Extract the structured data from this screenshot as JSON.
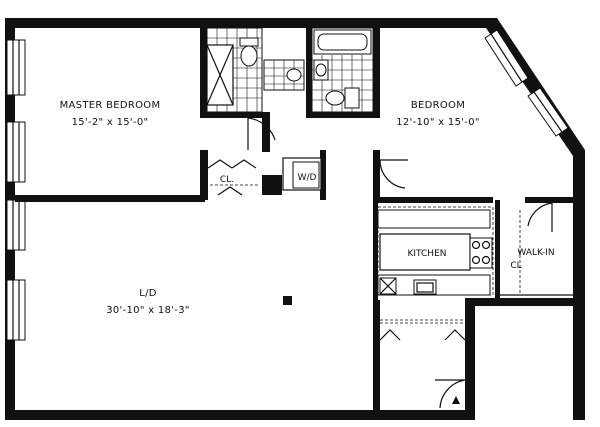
{
  "rooms": {
    "master_bedroom": {
      "name": "MASTER BEDROOM",
      "size": "15'-2\" x 15'-0\""
    },
    "bedroom": {
      "name": "BEDROOM",
      "size": "12'-10\" x 15'-0\""
    },
    "living_dining": {
      "name": "L/D",
      "size": "30'-10\" x 18'-3\""
    },
    "kitchen": {
      "name": "KITCHEN"
    },
    "walk_in": {
      "name": "WALK-IN",
      "sub": "CL"
    },
    "closet": {
      "name": "CL."
    },
    "washer_dryer": {
      "name": "W/D"
    }
  }
}
